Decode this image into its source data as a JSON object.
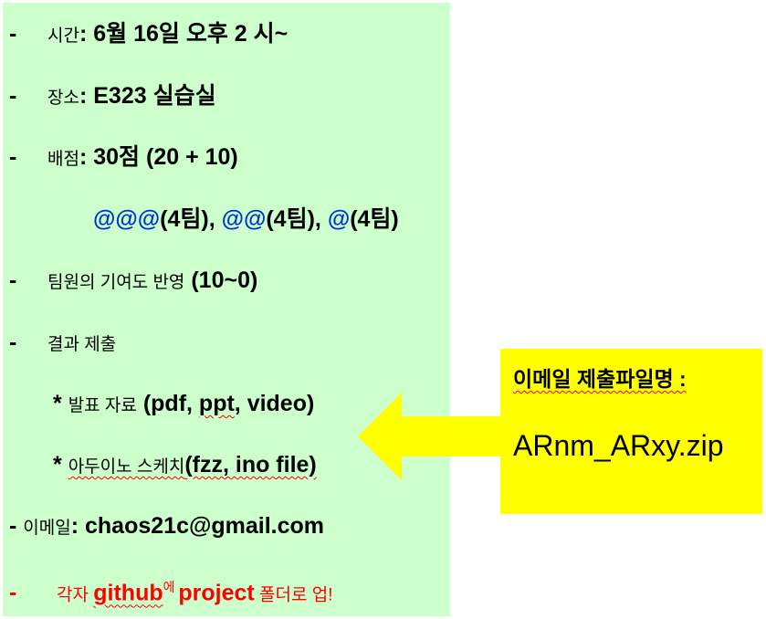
{
  "colors": {
    "panel_background": "#ccffcc",
    "note_background": "#ffff00",
    "arrow": "#ffff00",
    "highlight_blue": "#0033cc",
    "highlight_red": "#ff0000"
  },
  "bullet": "-",
  "items": {
    "time": {
      "label": "시간",
      "value": ": 6월 16일 오후 2 시~"
    },
    "place": {
      "label": "장소",
      "value": ": E323 실습실"
    },
    "score": {
      "label": "배점",
      "value": ": 30점 (20 + 10)"
    },
    "teams": {
      "t1_mark": "@@@",
      "t1_text": "(4팀), ",
      "t2_mark": "@@",
      "t2_text": "(4팀), ",
      "t3_mark": "@",
      "t3_text": "(4팀)"
    },
    "contribution": {
      "label": "팀원의 기여도 반영",
      "value": " (10~0)"
    },
    "submission": {
      "label": "결과 제출"
    },
    "sub1": {
      "prefix": "* ",
      "label": "발표 자료",
      "value": " (pdf, ",
      "ppt": "ppt",
      "rest": ", video)"
    },
    "sub2": {
      "prefix": "* ",
      "label": "아두이노 스케치",
      "value": "(fzz, ino file)"
    },
    "email": {
      "label": "이메일",
      "value": ":  chaos21c@gmail.com"
    },
    "github": {
      "label1": "각자 ",
      "github": "github",
      "label2": "에 ",
      "project": "project",
      "label3": " 폴더로 업!"
    }
  },
  "note": {
    "title": "이메일 제출파일명 :",
    "filename": "ARnm_ARxy.zip",
    "arrow_icon": "left-arrow-icon"
  }
}
